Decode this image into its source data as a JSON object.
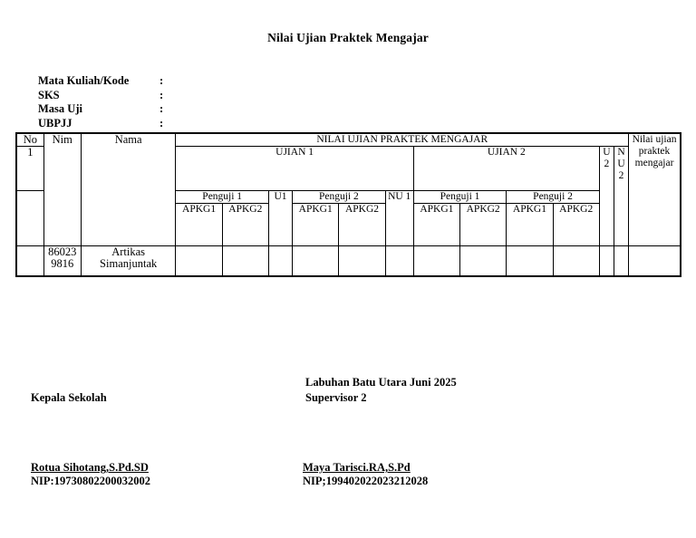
{
  "document": {
    "title": "Nilai Ujian Praktek Mengajar"
  },
  "meta": {
    "colon": ":",
    "fields": [
      {
        "label": "Mata Kuliah/Kode",
        "value": ""
      },
      {
        "label": "SKS",
        "value": ""
      },
      {
        "label": "Masa Uji",
        "value": ""
      },
      {
        "label": "UBPJJ",
        "value": ""
      }
    ]
  },
  "table": {
    "headers": {
      "no": "No",
      "nim": "Nim",
      "nama": "Nama",
      "group_all": "NILAI UJIAN PRAKTEK MENGAJAR",
      "ujian1": "UJIAN 1",
      "ujian2": "UJIAN 2",
      "penguji1_a": "Penguji 1",
      "penguji2_a": "Penguji 2",
      "penguji1_b": "Penguji 1",
      "penguji2_b": "Penguji 2",
      "apkg1_a": "APKG1",
      "apkg2_a": "APKG2",
      "apkg1_b": "APKG1",
      "apkg2_b": "APKG2",
      "apkg1_c": "APKG1",
      "apkg2_c": "APKG2",
      "apkg1_d": "APKG1",
      "apkg2_d": "APKG2",
      "u1": "U1",
      "nu1": "NU 1",
      "u2": "U 2",
      "nu2": "N U 2",
      "final": "Nilai ujian praktek mengajar"
    },
    "row_number": "1",
    "rows": [
      {
        "nim": "860239816",
        "nama": "Artikas Simanjuntak",
        "u1_apkg1_p1": "",
        "u1_apkg2_p1": "",
        "u1": "",
        "u1_apkg1_p2": "",
        "u1_apkg2_p2": "",
        "nu1": "",
        "u2_apkg1_p1": "",
        "u2_apkg2_p1": "",
        "u2_apkg1_p2": "",
        "u2_apkg2_p2": "",
        "u2": "",
        "nu2": "",
        "final": ""
      }
    ]
  },
  "signatures": {
    "place_date": "Labuhan Batu Utara Juni 2025",
    "left": {
      "role": "Kepala Sekolah",
      "name": "Rotua Sihotang,S.Pd.SD",
      "nip": "NIP:19730802200032002"
    },
    "right": {
      "role": "Supervisor 2",
      "name": "Maya Tarisci.RA,S.Pd",
      "nip": "NIP;199402022023212028"
    }
  }
}
